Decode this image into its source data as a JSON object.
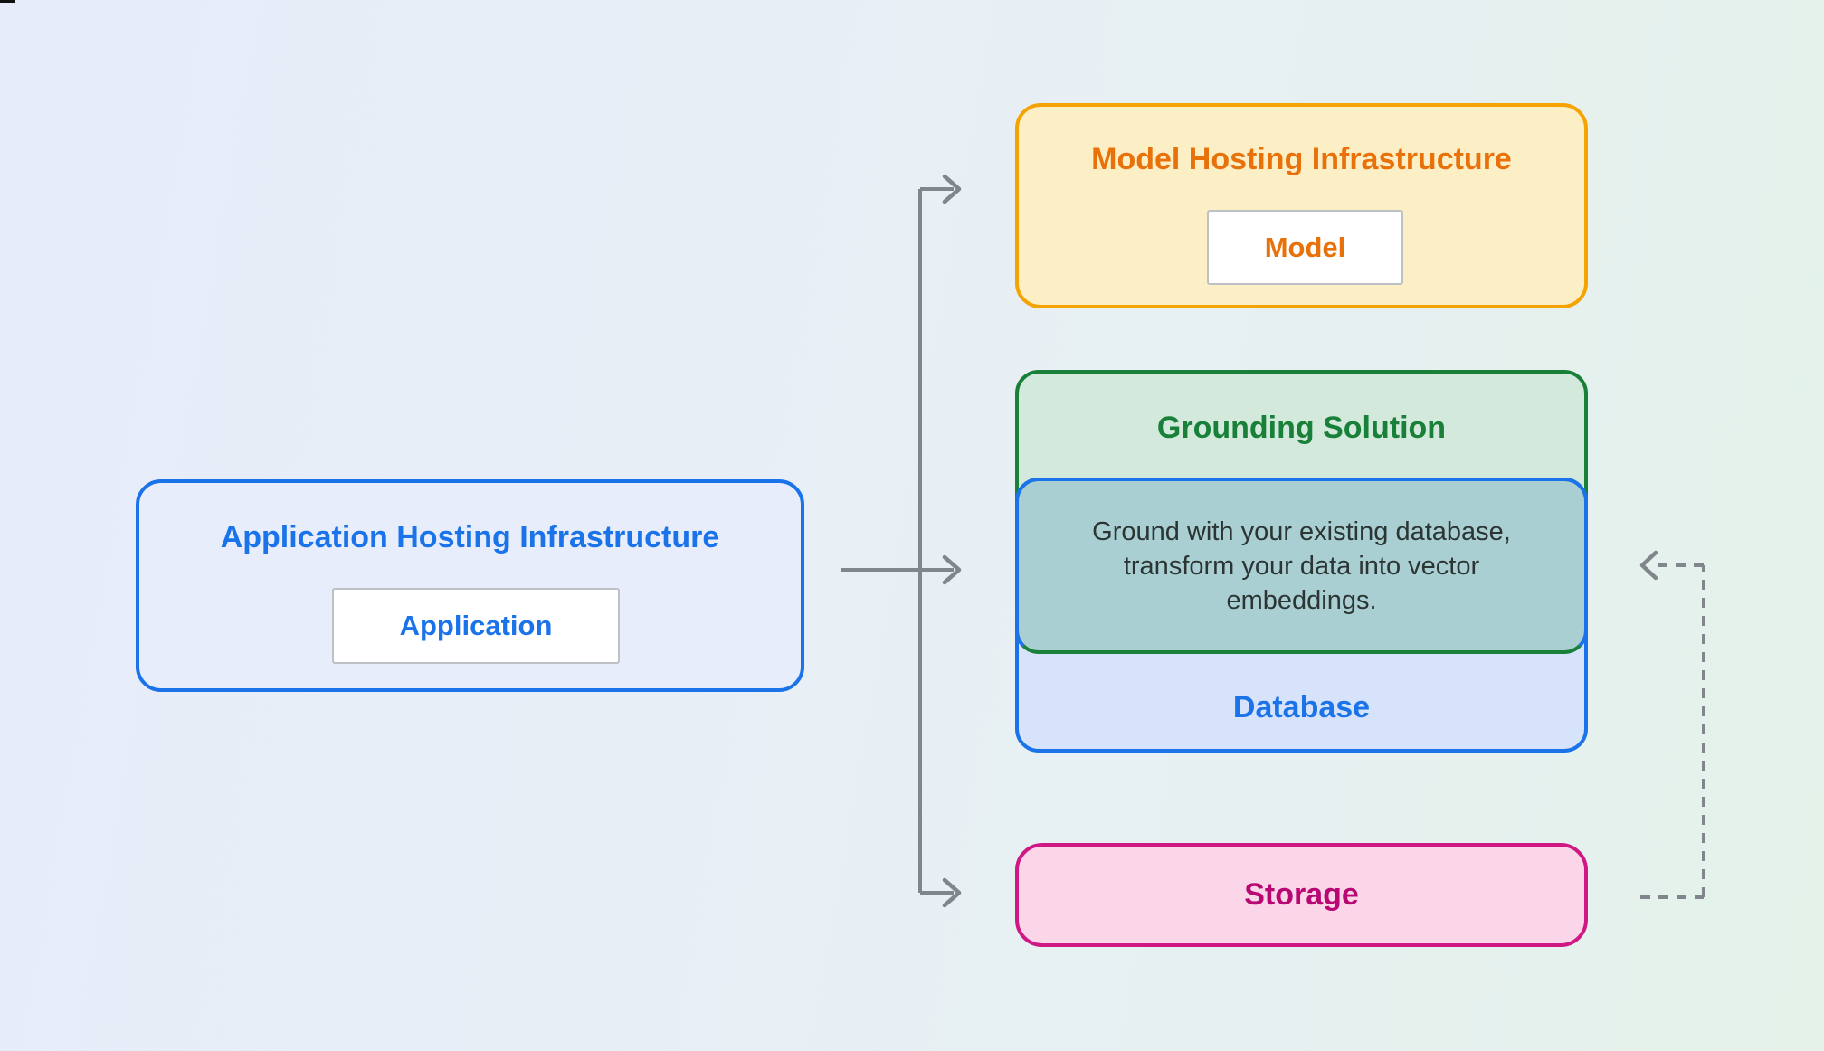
{
  "diagram": {
    "application_box": {
      "title": "Application Hosting Infrastructure",
      "chip_label": "Application"
    },
    "model_box": {
      "title": "Model Hosting Infrastructure",
      "chip_label": "Model"
    },
    "grounding_box": {
      "title": "Grounding Solution",
      "note_lines": [
        "Ground with your existing database,",
        "transform your data into vector",
        "embeddings."
      ]
    },
    "database_box": {
      "title": "Database"
    },
    "storage_box": {
      "title": "Storage"
    }
  },
  "icons": {
    "branch_arrowheads": "right-chevron-arrowhead",
    "return_arrowhead": "left-chevron-arrowhead"
  },
  "colors": {
    "background_left": "#E7ECFA",
    "background_right": "#E4F2EA",
    "blue_accent": "#1A73E8",
    "app_fill": "#E7EDFB",
    "amber_border": "#F5A300",
    "amber_fill": "#FCEEC5",
    "orange_text": "#E8710A",
    "green_border": "#188038",
    "green_fill": "#D2E9DB",
    "teal_overlap_fill": "#AACFD2",
    "note_text": "#2B3534",
    "database_fill": "#D7E2FB",
    "pink_border": "#D01884",
    "pink_fill": "#FBD6E9",
    "magenta_text": "#B80672",
    "chip_bg": "#FFFFFF",
    "chip_border": "#BDC1C6",
    "connector_gray": "#80868B"
  }
}
